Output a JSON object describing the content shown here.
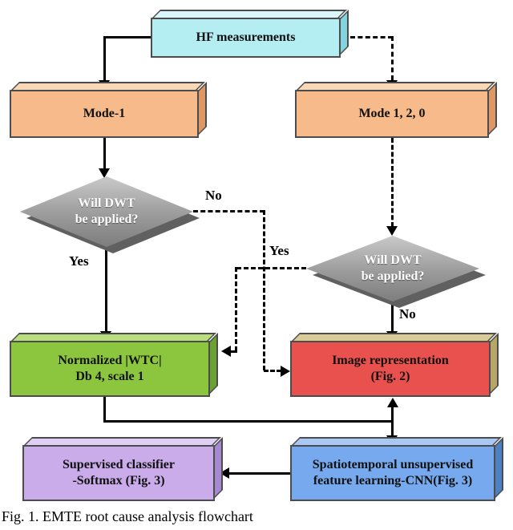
{
  "caption": "Fig. 1. EMTE root cause analysis flowchart",
  "nodes": {
    "hf": {
      "label": "HF measurements"
    },
    "mode1": {
      "label": "Mode-1"
    },
    "mode120": {
      "label": "Mode 1, 2, 0"
    },
    "dwt_left": {
      "line1": "Will DWT",
      "line2": "be applied?"
    },
    "dwt_right": {
      "line1": "Will DWT",
      "line2": "be applied?"
    },
    "wtc": {
      "line1": "Normalized |WTC|",
      "line2": "Db 4, scale 1"
    },
    "imgrep": {
      "line1": "Image representation",
      "line2": "(Fig. 2)"
    },
    "classifier": {
      "line1": "Supervised classifier",
      "line2": "-Softmax (Fig. 3)"
    },
    "cnn": {
      "line1": "Spatiotemporal unsupervised",
      "line2": "feature learning-CNN(Fig. 3)"
    }
  },
  "edge_labels": {
    "yes_left": "Yes",
    "no_left": "No",
    "yes_right": "Yes",
    "no_right": "No"
  },
  "colors": {
    "hf": {
      "face": "#b4edf2",
      "top": "#daf8fb",
      "side": "#82d5de"
    },
    "mode": {
      "face": "#f7ba8b",
      "top": "#fbd8b5",
      "side": "#de9866"
    },
    "green": {
      "face": "#8cc63f",
      "top": "#b9de7e",
      "side": "#6ba133"
    },
    "red": {
      "face": "#e9514e",
      "top": "#d8cb96",
      "side": "#b7a766"
    },
    "purple": {
      "face": "#c9ace9",
      "top": "#e0cff4",
      "side": "#a789d2"
    },
    "blue": {
      "face": "#76a9ed",
      "top": "#a8c7f3",
      "side": "#4e80c4"
    },
    "diamond": {
      "light": "#c9c9c9",
      "dark": "#9b9b9b",
      "back": "#606060",
      "text": "#ffffff"
    },
    "line": "#000000"
  }
}
